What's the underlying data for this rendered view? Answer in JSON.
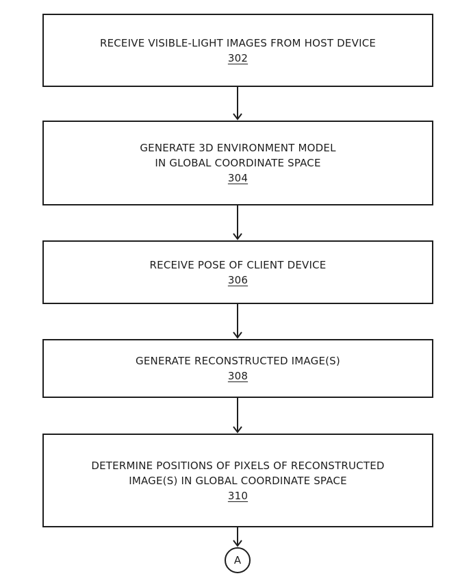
{
  "figure": {
    "background_color": "#ffffff",
    "line_color": "#1d1d1d",
    "steps": [
      {
        "lines": [
          "RECEIVE VISIBLE-LIGHT IMAGES FROM HOST DEVICE"
        ],
        "ref": "302"
      },
      {
        "lines": [
          "GENERATE 3D ENVIRONMENT MODEL",
          "IN GLOBAL COORDINATE SPACE"
        ],
        "ref": "304"
      },
      {
        "lines": [
          "RECEIVE POSE OF CLIENT DEVICE"
        ],
        "ref": "306"
      },
      {
        "lines": [
          "GENERATE RECONSTRUCTED IMAGE(S)"
        ],
        "ref": "308"
      },
      {
        "lines": [
          "DETERMINE POSITIONS OF PIXELS OF RECONSTRUCTED",
          "IMAGE(S) IN GLOBAL COORDINATE SPACE"
        ],
        "ref": "310"
      }
    ],
    "connector": {
      "label": "A"
    }
  }
}
